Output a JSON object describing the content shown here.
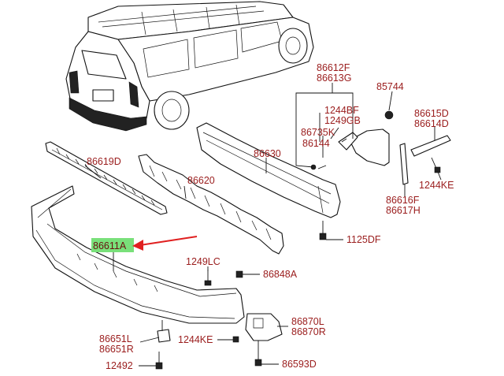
{
  "labels": {
    "p86612f": "86612F",
    "p86613g": "86613G",
    "p85744": "85744",
    "p1244bf": "1244BF",
    "p1249gb": "1249GB",
    "p86735k": "86735K",
    "p86144": "86144",
    "p86630": "86630",
    "p86615d": "86615D",
    "p86614d": "86614D",
    "p1244ke_right": "1244KE",
    "p86616f": "86616F",
    "p86617h": "86617H",
    "p86619d": "86619D",
    "p86620": "86620",
    "p86611a": "86611A",
    "p1125df": "1125DF",
    "p1249lc": "1249LC",
    "p86848a": "86848A",
    "p86870l": "86870L",
    "p86870r": "86870R",
    "p86651l": "86651L",
    "p86651r": "86651R",
    "p1244ke_bottom": "1244KE",
    "p12492": "12492",
    "p86593d": "86593D"
  },
  "highlight": {
    "part": "86611A",
    "color": "#79e07a",
    "arrow_color": "#e02020"
  },
  "colors": {
    "label_text": "#9a1c1c",
    "line": "#111111"
  }
}
